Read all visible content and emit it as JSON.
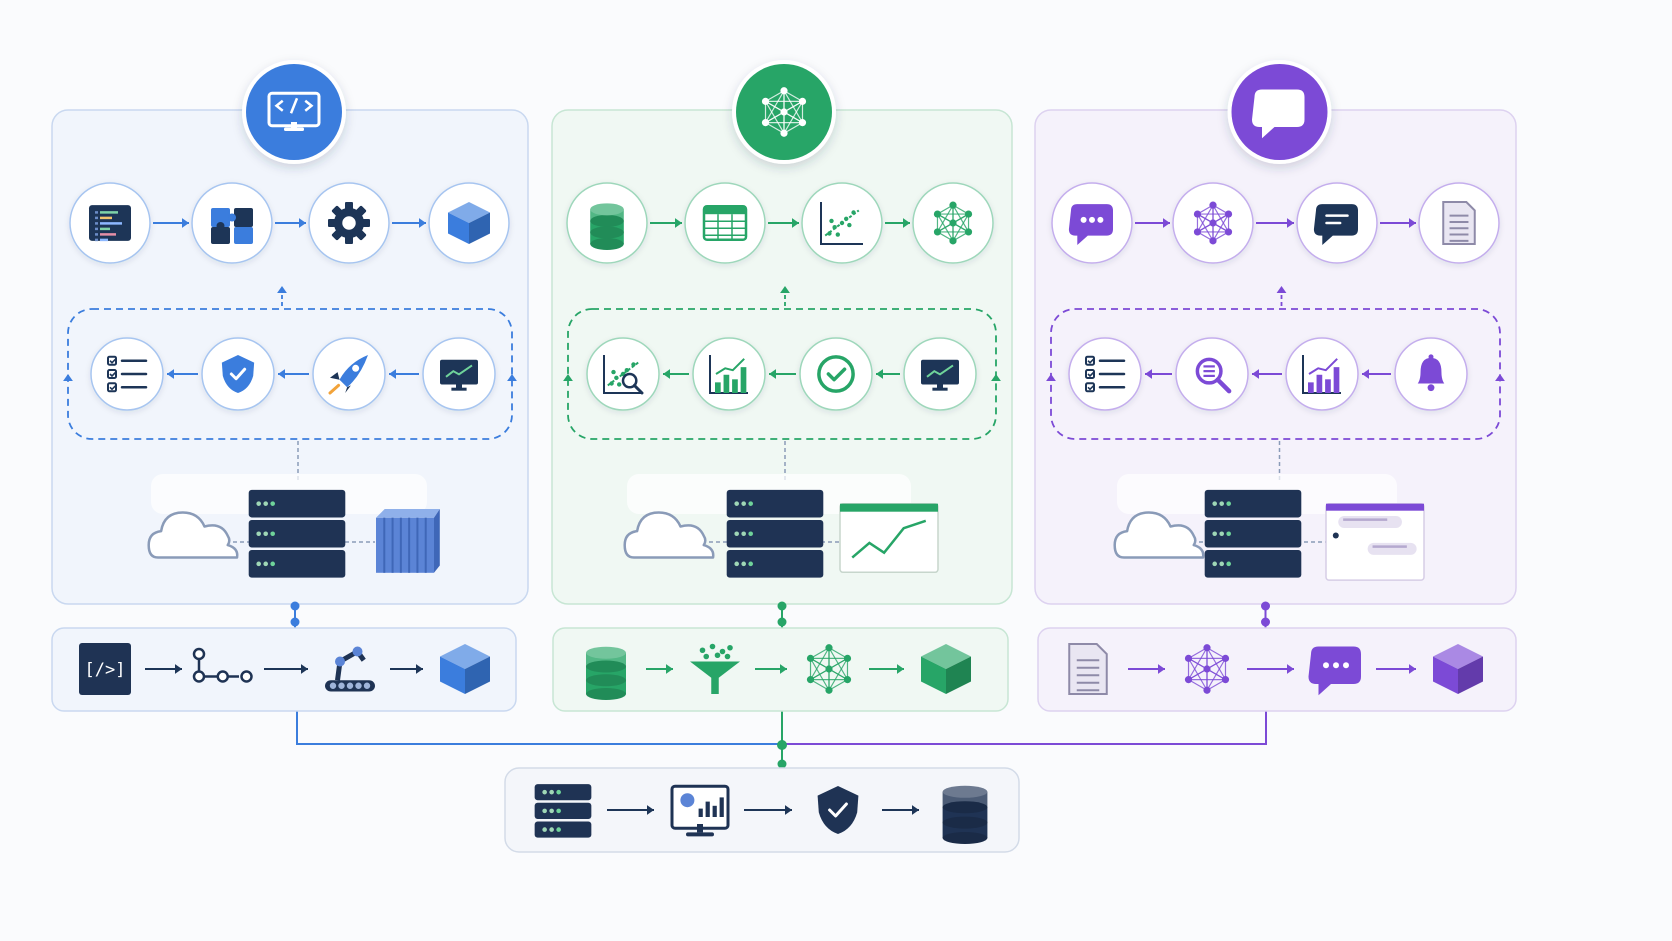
{
  "columns": [
    {
      "id": "dev",
      "accent": "#3b7ddd",
      "dark": "#1d3b6a",
      "panel_fill": "#f1f5fc",
      "panel_stroke": "#c9d8f0",
      "header_icon": "code-monitor-icon",
      "top_row": [
        "code-editor-icon",
        "puzzle-icon",
        "gear-icon",
        "cube-icon"
      ],
      "loop_row": [
        "checklist-icon",
        "shield-check-icon",
        "rocket-icon",
        "monitor-chart-icon"
      ],
      "infra": [
        "cloud-icon",
        "server-rack-icon",
        "container-icon"
      ],
      "pipeline": [
        "code-bracket-icon",
        "git-branch-icon",
        "robot-arm-conveyor-icon",
        "package-box-icon"
      ]
    },
    {
      "id": "data",
      "accent": "#27a567",
      "dark": "#1d3b6a",
      "panel_fill": "#f0f8f3",
      "panel_stroke": "#c7e6d4",
      "header_icon": "neural-network-icon",
      "top_row": [
        "database-icon",
        "spreadsheet-icon",
        "scatter-plot-icon",
        "network-graph-icon"
      ],
      "loop_row": [
        "scatter-search-icon",
        "bar-chart-icon",
        "check-circle-icon",
        "monitor-chart-icon"
      ],
      "infra": [
        "cloud-icon",
        "server-rack-icon",
        "dashboard-window-icon"
      ],
      "pipeline": [
        "database-icon",
        "funnel-icon",
        "neural-network-icon",
        "package-box-icon"
      ]
    },
    {
      "id": "chat",
      "accent": "#7c4ad6",
      "dark": "#1d3b6a",
      "panel_fill": "#f5f2fb",
      "panel_stroke": "#ddd2f0",
      "header_icon": "chat-bubble-icon",
      "top_row": [
        "chat-bubble-icon",
        "network-graph-icon",
        "message-icon",
        "document-icon"
      ],
      "loop_row": [
        "checklist-icon",
        "search-icon",
        "bar-chart-icon",
        "bell-icon"
      ],
      "infra": [
        "cloud-icon",
        "server-rack-icon",
        "chat-window-icon"
      ],
      "pipeline": [
        "document-icon",
        "network-graph-icon",
        "chat-bubble-icon",
        "package-box-icon"
      ]
    }
  ],
  "bottom_row": [
    "server-rack-icon",
    "monitor-dashboard-icon",
    "shield-check-icon",
    "database-icon"
  ],
  "colors": {
    "background": "#fafbfd",
    "navy": "#1d3557",
    "muted_line": "#8a9bb8"
  }
}
